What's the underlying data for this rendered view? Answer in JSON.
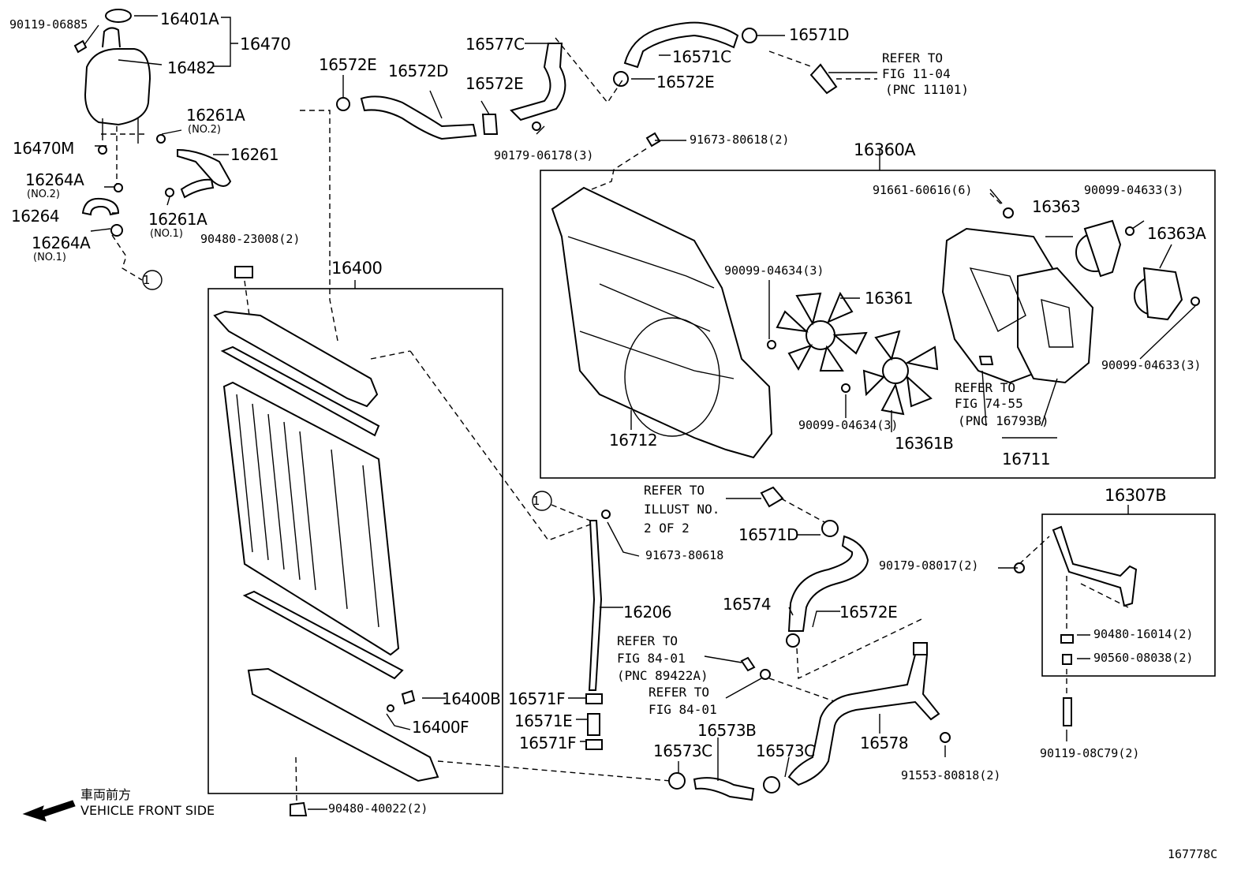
{
  "diagram": {
    "catalog_code": "167778C",
    "front_label_jp": "車両前方",
    "front_label_en": "VEHICLE FRONT SIDE",
    "callout_marker": "1",
    "labels": {
      "p90119_06885": "90119-06885",
      "p16401A": "16401A",
      "p16470": "16470",
      "p16482": "16482",
      "p16261A_no2": "16261A",
      "p16261A_no2_note": "(NO.2)",
      "p16470M": "16470M",
      "p16261": "16261",
      "p16264A_no2": "16264A",
      "p16264A_no2_note": "(NO.2)",
      "p16264": "16264",
      "p16261A_no1": "16261A",
      "p16261A_no1_note": "(NO.1)",
      "p16264A_no1": "16264A",
      "p16264A_no1_note": "(NO.1)",
      "p16572E_a": "16572E",
      "p16572D": "16572D",
      "p16577C": "16577C",
      "p16572E_b": "16572E",
      "p90179_06178": "90179-06178(3)",
      "p16571D_a": "16571D",
      "p16571C": "16571C",
      "p16572E_c": "16572E",
      "ref_11_04_a": "REFER TO",
      "ref_11_04_b": "FIG 11-04",
      "ref_11_04_c": "(PNC 11101)",
      "p91673_80618_2": "91673-80618(2)",
      "p16360A": "16360A",
      "p90480_23008": "90480-23008(2)",
      "p16400": "16400",
      "p91661_60616": "91661-60616(6)",
      "p90099_04633_a": "90099-04633(3)",
      "p16363": "16363",
      "p16363A": "16363A",
      "p90099_04634_a": "90099-04634(3)",
      "p16361": "16361",
      "p90099_04633_b": "90099-04633(3)",
      "ref_74_55_a": "REFER TO",
      "ref_74_55_b": "FIG 74-55",
      "ref_74_55_c": "(PNC 16793B)",
      "p90099_04634_b": "90099-04634(3)",
      "p16712": "16712",
      "p16361B": "16361B",
      "p16711": "16711",
      "ref_illust_a": "REFER TO",
      "ref_illust_b": "ILLUST NO.",
      "ref_illust_c": "2 OF 2",
      "p16571D_b": "16571D",
      "p16307B": "16307B",
      "p91673_80618": "91673-80618",
      "p90179_08017": "90179-08017(2)",
      "p16206": "16206",
      "p16574": "16574",
      "p16572E_d": "16572E",
      "p90480_16014": "90480-16014(2)",
      "ref_84_01_a": "REFER TO",
      "ref_84_01_b": "FIG 84-01",
      "ref_84_01_c": "(PNC 89422A)",
      "p90560_08038": "90560-08038(2)",
      "ref_84_01b_a": "REFER TO",
      "ref_84_01b_b": "FIG 84-01",
      "p16400B": "16400B",
      "p16571F_a": "16571F",
      "p16400F": "16400F",
      "p16571E": "16571E",
      "p16573B": "16573B",
      "p16578": "16578",
      "p16571F_b": "16571F",
      "p16573C_a": "16573C",
      "p16573C_b": "16573C",
      "p91553_80818": "91553-80818(2)",
      "p90119_08C79": "90119-08C79(2)",
      "p90480_40022": "90480-40022(2)"
    }
  }
}
